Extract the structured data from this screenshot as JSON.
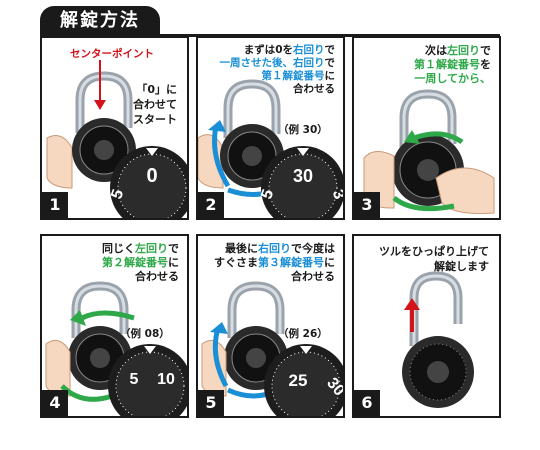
{
  "title": "解錠方法",
  "colors": {
    "red": "#d3121a",
    "blue": "#1a8fd6",
    "green": "#2fa84a",
    "dark": "#1a1a1a"
  },
  "steps": [
    {
      "number": "1",
      "pointer_label": "センターポイント",
      "caption": [
        "「0」に",
        "合わせて",
        "スタート"
      ],
      "dial_numbers": [
        "5",
        "0"
      ]
    },
    {
      "number": "2",
      "caption_lines": [
        [
          {
            "t": "まずは",
            "c": ""
          },
          {
            "t": "0",
            "c": ""
          },
          {
            "t": "を",
            "c": ""
          },
          {
            "t": "右回り",
            "c": "blue"
          },
          {
            "t": "で",
            "c": ""
          }
        ],
        [
          {
            "t": "一周させた後、",
            "c": "blue"
          },
          {
            "t": "右回り",
            "c": "blue"
          },
          {
            "t": "で",
            "c": ""
          }
        ],
        [
          {
            "t": "第１解錠番号",
            "c": "blue"
          },
          {
            "t": "に",
            "c": ""
          }
        ],
        [
          {
            "t": "合わせる",
            "c": ""
          }
        ]
      ],
      "example": "（例 30）",
      "dial_numbers": [
        "5",
        "30",
        "3"
      ]
    },
    {
      "number": "3",
      "caption_lines": [
        [
          {
            "t": "次は",
            "c": ""
          },
          {
            "t": "左回り",
            "c": "green"
          },
          {
            "t": "で",
            "c": ""
          }
        ],
        [
          {
            "t": "第１解錠番号",
            "c": "green"
          },
          {
            "t": "を",
            "c": ""
          }
        ],
        [
          {
            "t": "一周してから、",
            "c": "green"
          }
        ]
      ]
    },
    {
      "number": "4",
      "caption_lines": [
        [
          {
            "t": "同じく",
            "c": ""
          },
          {
            "t": "左回り",
            "c": "green"
          },
          {
            "t": "で",
            "c": ""
          }
        ],
        [
          {
            "t": "第２解錠番号",
            "c": "green"
          },
          {
            "t": "に",
            "c": ""
          }
        ],
        [
          {
            "t": "合わせる",
            "c": ""
          }
        ]
      ],
      "example": "（例 08）",
      "dial_numbers": [
        "5",
        "10"
      ]
    },
    {
      "number": "5",
      "caption_lines": [
        [
          {
            "t": "最後に",
            "c": ""
          },
          {
            "t": "右回り",
            "c": "blue"
          },
          {
            "t": "で今度は",
            "c": ""
          }
        ],
        [
          {
            "t": "すぐさま",
            "c": ""
          },
          {
            "t": "第３解錠番号",
            "c": "blue"
          },
          {
            "t": "に",
            "c": ""
          }
        ],
        [
          {
            "t": "合わせる",
            "c": ""
          }
        ]
      ],
      "example": "（例 26）",
      "dial_numbers": [
        "25",
        "30"
      ]
    },
    {
      "number": "6",
      "caption_lines": [
        [
          {
            "t": "ツルをひっぱり上げて",
            "c": ""
          }
        ],
        [
          {
            "t": "解錠します",
            "c": ""
          }
        ]
      ]
    }
  ]
}
